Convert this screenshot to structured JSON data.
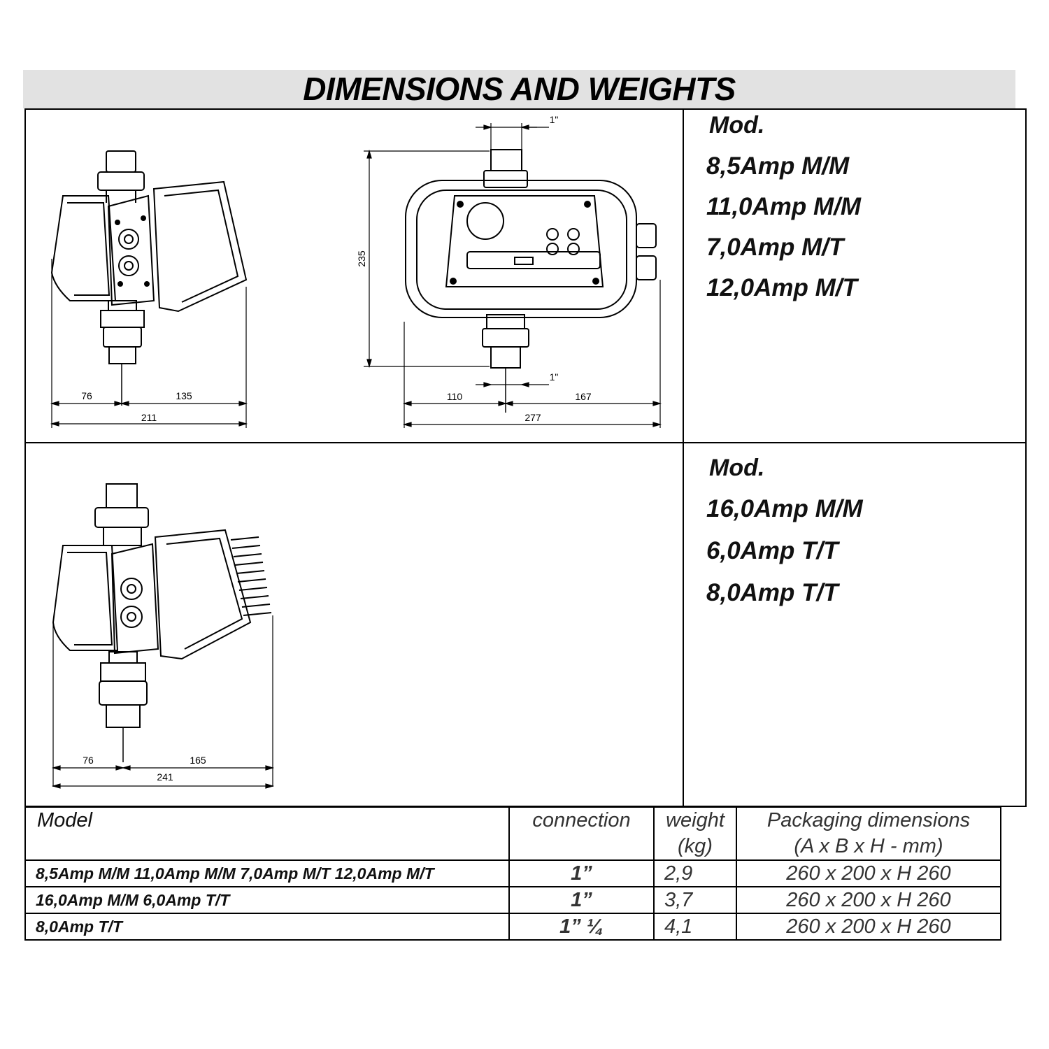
{
  "title": "DIMENSIONS AND WEIGHTS",
  "section1": {
    "mod_label": "Mod.",
    "models": [
      "8,5Amp M/M",
      "11,0Amp M/M",
      "7,0Amp M/T",
      "12,0Amp M/T"
    ],
    "side_view_dims": {
      "left": "76",
      "right": "135",
      "total": "211"
    },
    "front_view_dims": {
      "height": "235",
      "left": "110",
      "right": "167",
      "total": "277",
      "top_conn": "1\"",
      "bottom_conn": "1\""
    }
  },
  "section2": {
    "mod_label": "Mod.",
    "models": [
      "16,0Amp M/M",
      "6,0Amp T/T",
      "8,0Amp T/T"
    ],
    "side_view_dims": {
      "left": "76",
      "right": "165",
      "total": "241"
    }
  },
  "table": {
    "headers": {
      "model": "Model",
      "connection": "connection",
      "weight_line1": "weight",
      "weight_line2": "(kg)",
      "packaging_line1": "Packaging dimensions",
      "packaging_line2": "(A x B x H   -  mm)"
    },
    "rows": [
      {
        "model": "8,5Amp M/M  11,0Amp M/M  7,0Amp M/T 12,0Amp M/T",
        "connection": "1”",
        "weight": "2,9",
        "packaging": "260 x 200 x H 260"
      },
      {
        "model": "16,0Amp M/M 6,0Amp T/T",
        "connection": "1”",
        "weight": "3,7",
        "packaging": "260 x 200 x H 260"
      },
      {
        "model": "8,0Amp T/T",
        "connection": "1” ¼",
        "weight": "4,1",
        "packaging": "260 x 200 x H 260"
      }
    ]
  }
}
